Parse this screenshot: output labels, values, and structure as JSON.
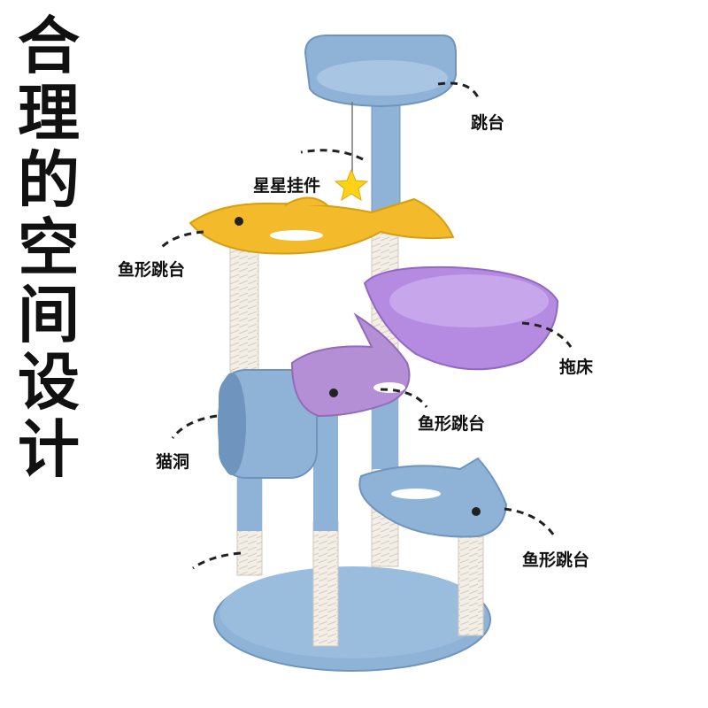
{
  "headline": [
    "合",
    "理",
    "的",
    "空",
    "间",
    "设",
    "计"
  ],
  "callouts": {
    "top_platform": "跳台",
    "star_toy": "星星挂件",
    "fish_platform_yellow": "鱼形跳台",
    "hammock": "拖床",
    "fish_platform_purple": "鱼形跳台",
    "cat_tunnel": "猫洞",
    "fish_platform_blue": "鱼形跳台"
  },
  "colors": {
    "blue_carpet": "#8fb3d6",
    "blue_dark": "#6f94bd",
    "yellow_carpet": "#f3bb2c",
    "purple_carpet": "#b48fd6",
    "hammock_purple": "#b48be0",
    "sisal_rope": "#f2ede6",
    "star": "#ffd21a"
  }
}
